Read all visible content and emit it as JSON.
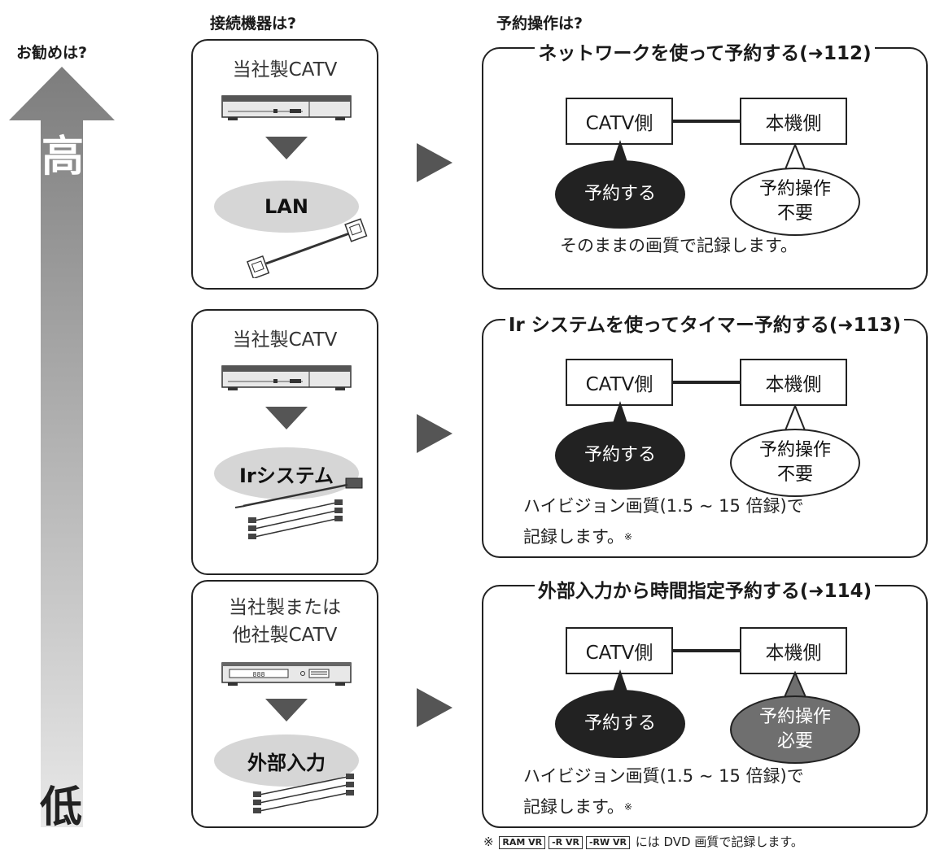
{
  "headers": {
    "recommend": "お勧めは?",
    "device": "接続機器は?",
    "operation": "予約操作は?"
  },
  "arrow": {
    "high": "高",
    "low": "低"
  },
  "rows": [
    {
      "device_title": "当社製CATV",
      "connection": "LAN",
      "reserve_title": "ネットワークを使って予約する(➜112)",
      "catv_side": "CATV側",
      "unit_side": "本機側",
      "catv_action": "予約する",
      "unit_action_line1": "予約操作",
      "unit_action_line2": "不要",
      "description_line1": "そのままの画質で記録します。",
      "description_line2": ""
    },
    {
      "device_title": "当社製CATV",
      "connection": "Irシステム",
      "reserve_title": "Ir システムを使ってタイマー予約する(➜113)",
      "catv_side": "CATV側",
      "unit_side": "本機側",
      "catv_action": "予約する",
      "unit_action_line1": "予約操作",
      "unit_action_line2": "不要",
      "description_line1": "ハイビジョン画質(1.5 ~ 15 倍録)で",
      "description_line2": "記録します。"
    },
    {
      "device_title_line1": "当社製または",
      "device_title_line2": "他社製CATV",
      "device_display": "888",
      "connection": "外部入力",
      "reserve_title": "外部入力から時間指定予約する(➜114)",
      "catv_side": "CATV側",
      "unit_side": "本機側",
      "catv_action": "予約する",
      "unit_action_line1": "予約操作",
      "unit_action_line2": "必要",
      "description_line1": "ハイビジョン画質(1.5 ~ 15 倍録)で",
      "description_line2": "記録します。"
    }
  ],
  "note_mark": "※",
  "footnote": {
    "mark": "※",
    "tags": [
      "RAM VR",
      "-R VR",
      "-RW VR"
    ],
    "text": "には DVD 画質で記録します。"
  },
  "colors": {
    "arrow_top": "#7d7d7d",
    "arrow_bottom": "#e8e8e8",
    "ellipse": "#d6d6d6",
    "dark_bubble": "#222222",
    "grey_bubble": "#6f6f6f"
  }
}
